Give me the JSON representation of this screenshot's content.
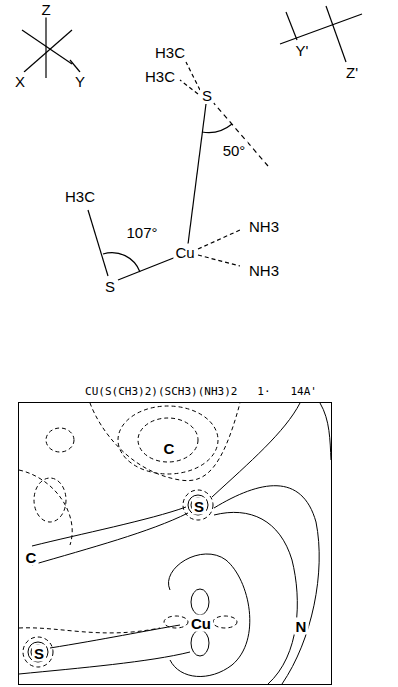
{
  "diagram": {
    "nodes": [
      {
        "text": [
          "CU(S(CH3)2)(SCH3)(NH3)2   1·   14A'",
          "C",
          "S",
          "C",
          "Cu",
          "N",
          "S"
        ]
      }
    ],
    "labels": [
      "Z",
      "X",
      "Y",
      "Y'",
      "Z'",
      "H3C",
      "H3C",
      "S",
      "50°",
      "H3C",
      "107°",
      "S",
      "Cu",
      "NH3",
      "NH3"
    ]
  }
}
